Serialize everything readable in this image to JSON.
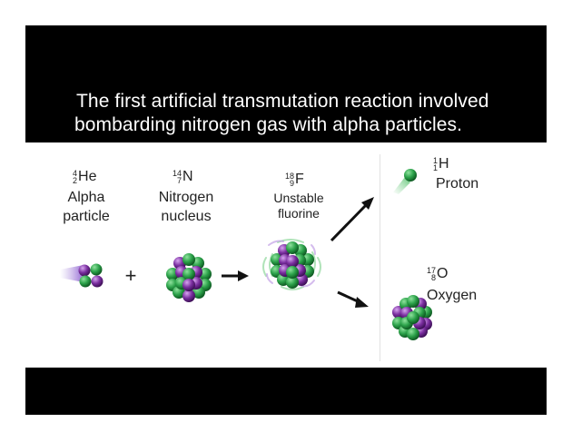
{
  "caption": {
    "line1": "The first artificial transmutation reaction involved",
    "line2": "bombarding nitrogen gas with alpha particles."
  },
  "alpha": {
    "mass": "4",
    "atomic": "2",
    "symbol": "He",
    "name_line1": "Alpha",
    "name_line2": "particle"
  },
  "nitrogen": {
    "mass": "14",
    "atomic": "7",
    "symbol": "N",
    "name_line1": "Nitrogen",
    "name_line2": "nucleus"
  },
  "fluorine": {
    "mass": "18",
    "atomic": "9",
    "symbol": "F",
    "name_line1": "Unstable",
    "name_line2": "fluorine"
  },
  "proton": {
    "mass": "1",
    "atomic": "1",
    "symbol": "H",
    "name": "Proton"
  },
  "oxygen": {
    "mass": "17",
    "atomic": "8",
    "symbol": "O",
    "name": "Oxygen"
  },
  "plus_sign": "+",
  "colors": {
    "proton": "#2ca24a",
    "neutron": "#7b2fa0",
    "motion_trail": "#9a6fd0",
    "background_band": "#000000"
  }
}
